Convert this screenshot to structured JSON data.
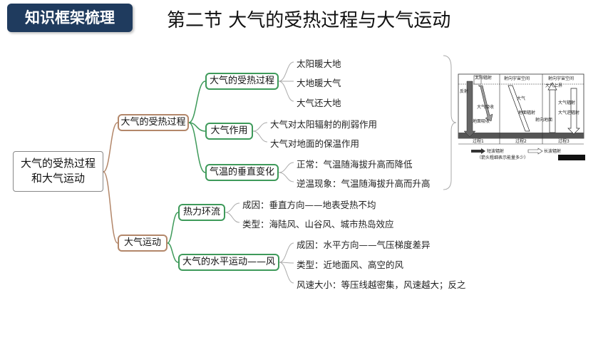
{
  "header": {
    "badge": "知识框架梳理",
    "title": "第二节  大气的受热过程与大气运动"
  },
  "root": {
    "line1": "大气的受热过程",
    "line2": "和大气运动"
  },
  "branch1": {
    "label": "大气的受热过程",
    "sub1": {
      "label": "大气的受热过程",
      "leaves": [
        "太阳暖大地",
        "大地暖大气",
        "大气还大地"
      ]
    },
    "sub2": {
      "label": "大气作用",
      "leaves": [
        "大气对太阳辐射的削弱作用",
        "大气对地面的保温作用"
      ]
    },
    "sub3": {
      "label": "气温的垂直变化",
      "leaves": [
        "正常：气温随海拔升高而降低",
        "逆温现象：气温随海拔升高而升高"
      ]
    }
  },
  "branch2": {
    "label": "大气运动",
    "sub1": {
      "label": "热力环流",
      "leaves": [
        "成因：垂直方向——地表受热不均",
        "类型：海陆风、山谷风、城市热岛效应"
      ]
    },
    "sub2": {
      "label": "大气的水平运动——风",
      "leaves": [
        "成因：水平方向——气压梯度差异",
        "类型：近地面风、高空的风",
        "风速大小：等压线越密集，风速越大；反之"
      ]
    }
  },
  "figure": {
    "labels": [
      "太阳辐射",
      "射向宇宙空间",
      "射向宇宙空间",
      "反射",
      "大气吸收",
      "大气上界",
      "大气",
      "地面吸收",
      "射向地面",
      "大气辐射",
      "大气逆辐射",
      "地面辐射",
      "过程1",
      "过程2",
      "过程3",
      "短波辐射",
      "长波辐射",
      "（箭头粗细表示能量多少）"
    ]
  },
  "colors": {
    "badge": "#1f3b5e",
    "brown": "#b3876a",
    "green": "#3e9a5a"
  }
}
